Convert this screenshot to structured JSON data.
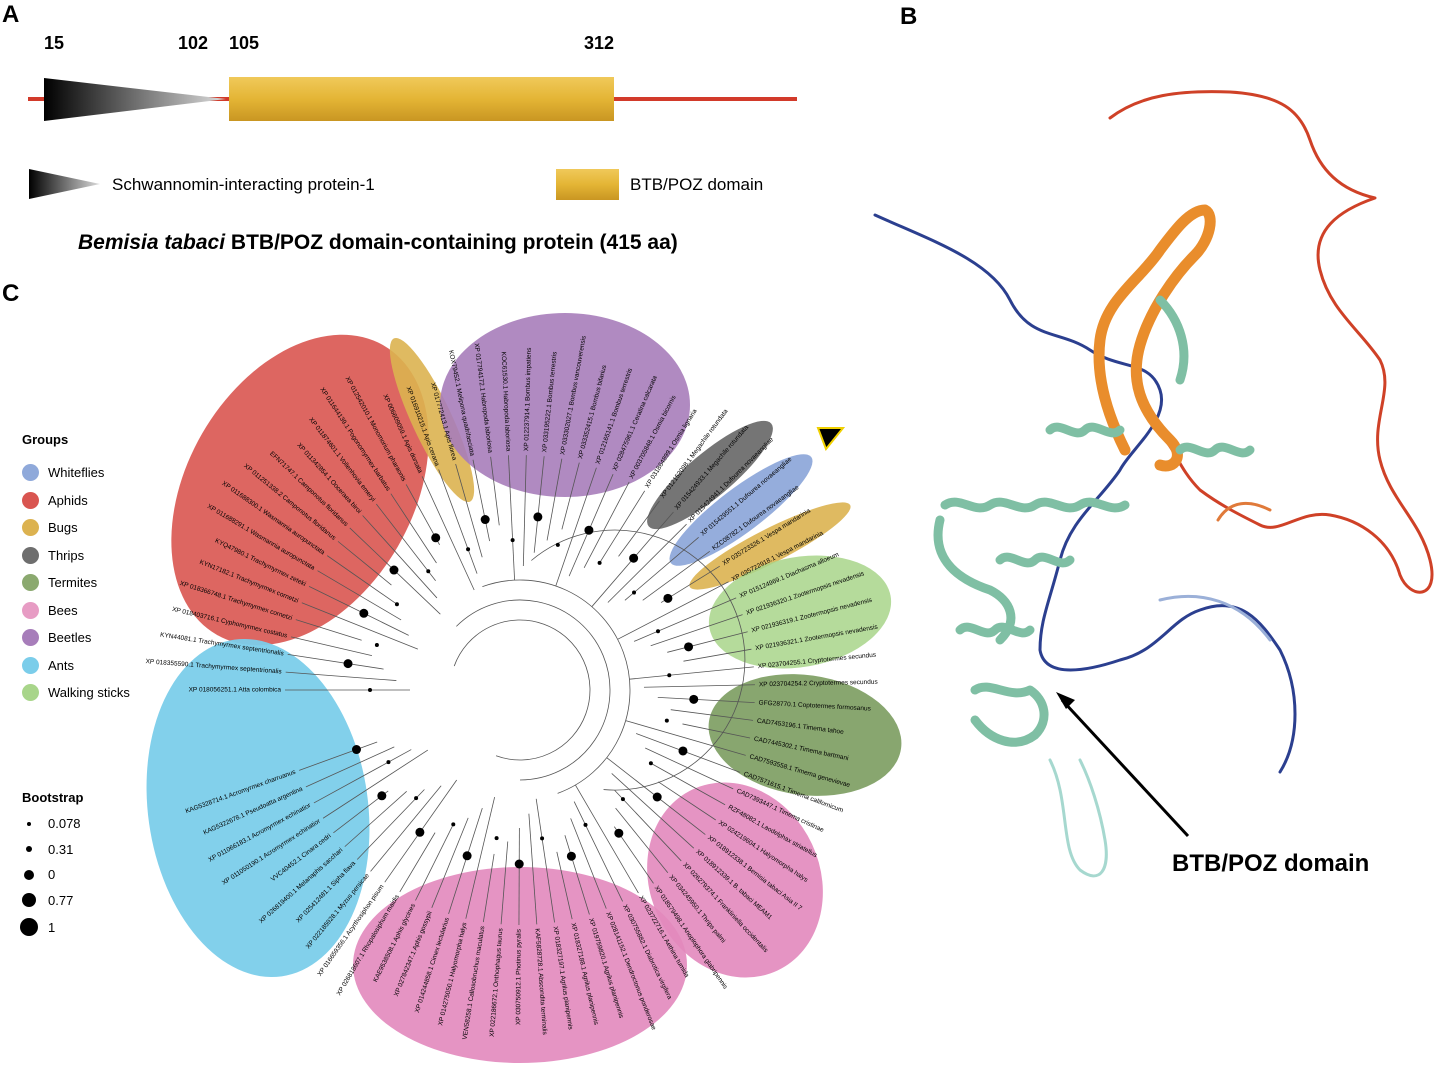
{
  "panels": {
    "a": "A",
    "b": "B",
    "c": "C"
  },
  "panel_a": {
    "positions": [
      "15",
      "102",
      "105",
      "312"
    ],
    "legend_sip": "Schwannomin-interacting protein-1",
    "legend_btb": "BTB/POZ domain",
    "title_species": "Bemisia tabaci",
    "title_rest": " BTB/POZ domain-containing protein (415 aa)"
  },
  "panel_b": {
    "domain_label": "BTB/POZ domain"
  },
  "groups_legend": {
    "title": "Groups",
    "items": [
      {
        "label": "Whiteflies",
        "color": "#8fa9da"
      },
      {
        "label": "Aphids",
        "color": "#d95550"
      },
      {
        "label": "Bugs",
        "color": "#dcb250"
      },
      {
        "label": "Thrips",
        "color": "#6e6e6e"
      },
      {
        "label": "Termites",
        "color": "#8ba96f"
      },
      {
        "label": "Bees",
        "color": "#e79cc4"
      },
      {
        "label": "Beetles",
        "color": "#a77dba"
      },
      {
        "label": "Ants",
        "color": "#7bcdea"
      },
      {
        "label": "Walking sticks",
        "color": "#a8d58a"
      }
    ]
  },
  "bootstrap_legend": {
    "title": "Bootstrap",
    "items": [
      {
        "label": "0.078",
        "value": 0.078
      },
      {
        "label": "0.31",
        "value": 0.31
      },
      {
        "label": "0",
        "value": 0
      },
      {
        "label": "0.77",
        "value": 0.77
      },
      {
        "label": "1",
        "value": 1
      }
    ]
  },
  "tree_labels": [
    "XP 018056251.1 Atta colombica",
    "XP 018355590.1 Trachymyrmex septentrionalis",
    "KYN44081.1 Trachymyrmex septentrionalis",
    "XP 018403716.1 Cyphomyrmex costatus",
    "XP 018366748.1 Trachymyrmex cornetzi",
    "KYN17182.1 Trachymyrmex cornetzi",
    "KYQ47980.1 Trachymyrmex zeteki",
    "XP 011688291.1 Wasmannia auropunctata",
    "XP 011688300.1 Wasmannia auropunctata",
    "XP 011251338.2 Camponotus floridanus",
    "EFN71747.1 Camponotus floridanus",
    "XP 011342854.1 Ooceraea biroi",
    "XP 011874601.1 Vollenhovia emeryi",
    "XP 011644139.1 Pogonomyrmex barbatus",
    "XP 012542010.1 Monomorium pharaonis",
    "XP 006609059.1 Apis dorsata",
    "XP 016910215.1 Apis cerana",
    "XP 017772413.1 Apis florea",
    "KOX79452.1 Melipona quadrifasciata",
    "XP 017794172.1 Habropoda laboriosa",
    "KOC61530.1 Habropoda laboriosa",
    "XP 012237914.1 Bombus impatiens",
    "XP 033195222.1 Bombus terrestris",
    "XP 033302027.1 Bombus vancouverensis",
    "XP 033352415.1 Bombus bifarius",
    "XP 012165141.1 Bombus terrestris",
    "XP 028475961.1 Ceratina calcarata",
    "XP 003705848.1 Osmia bicornis",
    "XP 031864899.1 Osmia lignaria",
    "XP 012152098.1 Megachile rotundata",
    "XP 015424933.1 Megachile rotundata",
    "XP 015424941.1 Dufourea novaeangliae",
    "XP 015429551.1 Dufourea novaeangliae",
    "KZC08782.1 Dufourea novaeangliae",
    "XP 035723326.1 Vespa mandarinia",
    "XP 035722918.1 Vespa mandarinia",
    "XP 015124969.1 Diachasma alloeum",
    "XP 021936320.1 Zootermopsis nevadensis",
    "XP 021936319.1 Zootermopsis nevadensis",
    "XP 021936321.1 Zootermopsis nevadensis",
    "XP 023704255.1 Cryptotermes secundus",
    "XP 023704254.2 Cryptotermes secundus",
    "GFG28770.1 Coptotermes formosanus",
    "CAD7453196.1 Timema tahoe",
    "CAD7445302.1 Timema bartmani",
    "CAD7593558.1 Timema genevievae",
    "CAD7571615.1 Timema californicum",
    "CAD7393447.1 Timema cristinae",
    "RZF48082.1 Laodelphax striatellus",
    "XP 024219604.1 Halyomorpha halys",
    "XP 018912338.1 Bemisia tabaci Asia II 7",
    "XP 018912339.1 B. tabaci MEAM1",
    "XP 026279374.1 Frankliniella occidentalis",
    "XP 034245950.1 Thrips palmi",
    "XP 018579498.1 Anoplophora glabripennis",
    "XP 023722716.1 Aethina tumida",
    "XP 030755882.1 Diabrotica virgifera",
    "XP 028141152.1 Dendroctonus ponderosae",
    "XP 019759820.1 Agrilus planipennis",
    "XP 018327188.1 Agrilus planipennis",
    "XP 018327197.1 Agrilus planipennis",
    "KAF5828728.1 Abscondita terminalis",
    "XP 030750912.1 Photinus pyralis",
    "XP 022186672.1 Onthophagus taurus",
    "VEN58258.1 Callosobruchus maculatus",
    "XP 014275050.1 Halyomorpha halys",
    "XP 014244858.1 Cimex lectularius",
    "XP 027842347.1 Aphis gossypii",
    "KAE9538508.1 Aphis glycines",
    "XP 026818607.1 Rhopalosiphum maidis",
    "XP 016659356.1 Acyrthosiphon pisum",
    "XP 022185928.1 Myzus persicae",
    "XP 025412481.1 Sipha flava",
    "XP 026819400.1 Melanaphis sacchari",
    "VVC40452.1 Cinara cedri",
    "XP 011050190.1 Acromyrmex echinatior",
    "XP 011066183.1 Acromyrmex echinatior",
    "KAG5322678.1 Pseudoatta argentina",
    "KAG5328714.1 Acromyrmex charruanus"
  ]
}
